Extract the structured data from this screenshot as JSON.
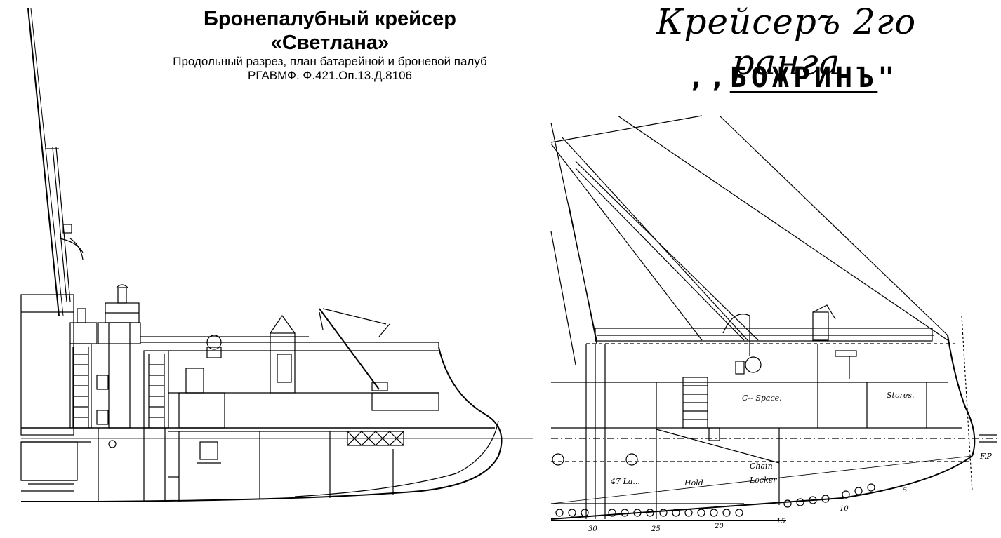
{
  "left": {
    "title_line1": "Бронепалубный крейсер",
    "title_line2": "«Светлана»",
    "subtitle": "Продольный разрез, план батарейной и броневой палуб",
    "source": "РГАВМФ. Ф.421.Оп.13.Д.8106"
  },
  "right": {
    "script_title": "Крейсеръ 2го ранга",
    "ship_name": "БОЖРИНЪ",
    "quote_open": ",,",
    "quote_close": "\"",
    "labels": {
      "crew_space": "C-- Space.",
      "stores": "Stores.",
      "hold": "Hold",
      "chain": "Chain",
      "locker": "Locker",
      "hold2": "47 La...",
      "fp": "F.P"
    },
    "frame_numbers": [
      "30",
      "25",
      "20",
      "15",
      "10",
      "5"
    ]
  }
}
